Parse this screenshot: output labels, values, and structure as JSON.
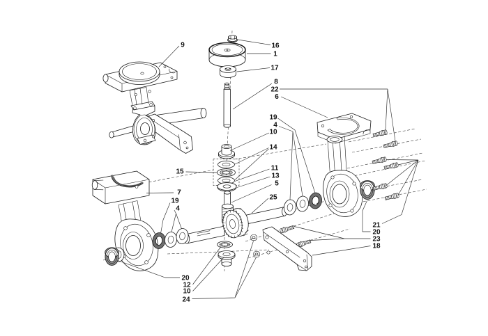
{
  "colors": {
    "background": "#ffffff",
    "line": "#1a1a1a",
    "shade": "#8f8f8f"
  },
  "callouts": {
    "c9": "9",
    "c16": "16",
    "c1": "1",
    "c17": "17",
    "c8": "8",
    "c22": "22",
    "c6": "6",
    "c19r": "19",
    "c4r": "4",
    "c10r": "10",
    "c14": "14",
    "c15": "15",
    "c11": "11",
    "c13": "13",
    "c5": "5",
    "c25": "25",
    "c7": "7",
    "c19l": "19",
    "c4l": "4",
    "c20l": "20",
    "c12": "12",
    "c10l": "10",
    "c24": "24",
    "c21": "21",
    "c20r": "20",
    "c23": "23",
    "c18": "18"
  }
}
